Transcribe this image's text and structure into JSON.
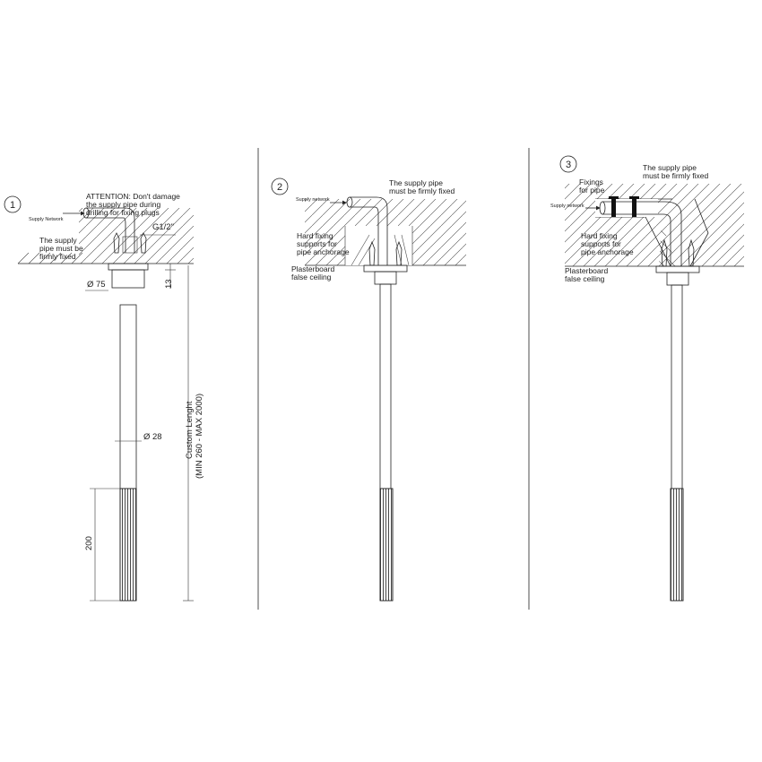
{
  "steps": [
    {
      "number": "1",
      "texts": {
        "attention": [
          "ATTENTION: Don't damage",
          "the supply pipe during",
          "drilling for fixing plugs"
        ],
        "supply_network": "Supply Network",
        "thread": "G1/2\"",
        "firmly": [
          "The supply",
          "pipe must be",
          "firmly fixed"
        ],
        "dia_flange": "Ø 75",
        "dim_13": "13",
        "dia_pipe": "Ø 28",
        "dim_200": "200",
        "custom_length": "Custom Lenght",
        "custom_range": "(MIN 260 - MAX 2000)"
      }
    },
    {
      "number": "2",
      "texts": {
        "supply_network": "Supply network",
        "firmly": [
          "The supply pipe",
          "must be firmly fixed"
        ],
        "hard_fixing": [
          "Hard fixing",
          "supports for",
          "pipe anchorage"
        ],
        "plasterboard": [
          "Plasterboard",
          "false ceiling"
        ]
      }
    },
    {
      "number": "3",
      "texts": {
        "firmly": [
          "The supply pipe",
          "must be firmly fixed"
        ],
        "fixings": [
          "Fixings",
          "for pipe"
        ],
        "supply_network": "Supply network",
        "hard_fixing": [
          "Hard fixing",
          "supports for",
          "pipe anchorage"
        ],
        "plasterboard": [
          "Plasterboard",
          "false ceiling"
        ]
      }
    }
  ]
}
